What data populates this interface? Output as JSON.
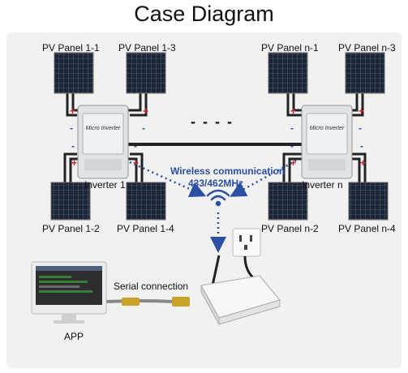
{
  "title": "Case Diagram",
  "panels": {
    "p11": "PV Panel 1-1",
    "p13": "PV Panel 1-3",
    "p12": "PV Panel 1-2",
    "p14": "PV Panel 1-4",
    "pn1": "PV Panel n-1",
    "pn3": "PV Panel n-3",
    "pn2": "PV Panel n-2",
    "pn4": "PV Panel n-4"
  },
  "inverters": {
    "left": "Inverter 1",
    "right": "Inverter n",
    "device_text": "Micro Inverter"
  },
  "wireless": {
    "line1": "Wireless communication",
    "line2": "433/462MHz"
  },
  "serial": "Serial connection",
  "app": "APP",
  "ellipsis": "- - - -",
  "colors": {
    "accent_blue": "#2b4fa2",
    "plus_red": "#d3212c",
    "panel_dark": "#1a2233",
    "cable": "#222222"
  }
}
